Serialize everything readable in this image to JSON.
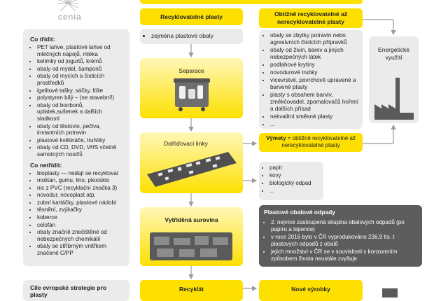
{
  "logo": {
    "name": "cenia"
  },
  "left_panel": {
    "sort_title": "Co třídit:",
    "sort_items": [
      "PET lahve, plastové lahve od mléčných nápojů, mléka",
      "kelímky od jogurtů, krémů",
      "obaly od mýdel, šamponů",
      "obaly od mycích a čisticích prostředků",
      "igelitové tašky, sáčky, fólie",
      "polystyren bílý – (ne stavební!)",
      "obaly od bonbonů, oplatek,sušenek a dalších sladkostí",
      "obaly od těstovin, pečiva, instantních potravin",
      "plastové květináče, truhlíky",
      "obaly od CD, DVD, VHS včetně samotných nosičů"
    ],
    "nosort_title": "Co netřídit:",
    "nosort_items": [
      "bioplasty — nedají se recyklovat",
      "molitan, gumu, lino, plexisklo",
      "nic z PVC (recyklační značka 3)",
      "novodur, novoplast atp.",
      "zubní kartáčky, plastové nádobí",
      "těsnění, zvýkačky",
      "koberce",
      "celofán",
      "obaly značně znečištěné od nebezpečných chemikálií",
      "obaly se stříbrným vnitřkem značené C/PP"
    ]
  },
  "bottom_left_title": "Cíle evropské strategie pro plasty",
  "flow": {
    "recyclable_title": "Recyklovatelné plasty",
    "recyclable_items": [
      "zejména plastové obaly"
    ],
    "separation_label": "Separace",
    "finishing_label": "Dotřiďovací linky",
    "sorted_material_label": "Vytříděná surovina",
    "recyclate_label": "Recyklát",
    "new_products_label": "Nové výrobky"
  },
  "hard": {
    "title": "Obtížně recyklovatelné až nerecyklovatelné plasty",
    "items": [
      "obaly se zbytky potravin nebo agresivních čisticích přípravků",
      "obaly od živin, barev a jiných nebezpečných látek",
      "podlahové krytiny",
      "novodurové trubky",
      "vícevrstvé, povrchově upravené a barvené plasty",
      "plasty s obsahem barviv, změkčovadel, zpomalovačů hoření a dalších přísad",
      "nekvalitní směsné plasty",
      "..."
    ]
  },
  "reject": {
    "label_bold": "Výmety",
    "label_rest": " = obtížně recyklovatelné až nerecyklovatelné plasty"
  },
  "other_waste": {
    "items": [
      "papír",
      "kovy",
      "biologický odpad",
      "..."
    ]
  },
  "energy": {
    "label": "Energetické využití"
  },
  "packaging": {
    "title": "Plastové obalové odpady",
    "items": [
      "2. nejvíce zastoupená skupina obalových odpadů (po papíru a lepence)",
      "v roce 2016 bylo v ČR vyprodukováno 236,9 tis. t plastových odpadů z obalů",
      "jejich množství v ČR se v souvislosti s konzumním způsobem života neustále zvyšuje"
    ]
  },
  "colors": {
    "accent_yellow": "#fde000",
    "panel_grey": "#ebebeb",
    "dark_grey": "#5d5d5d"
  }
}
